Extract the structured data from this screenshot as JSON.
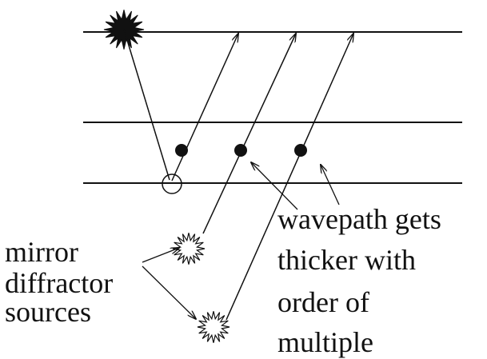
{
  "diagram": {
    "left_caption": [
      "mirror",
      "diffractor",
      "sources"
    ],
    "right_caption": [
      "wavepath gets",
      "thicker with",
      "order of",
      "multiple"
    ]
  },
  "colors": {
    "ink": "#111111",
    "background": "#ffffff"
  },
  "icons": {
    "source": "starburst-filled-icon",
    "mirror_source": "starburst-outline-icon",
    "diffractor": "filled-dot-icon",
    "reflection_point": "circle-outline-icon",
    "ray_arrow": "arrow-head-icon"
  }
}
